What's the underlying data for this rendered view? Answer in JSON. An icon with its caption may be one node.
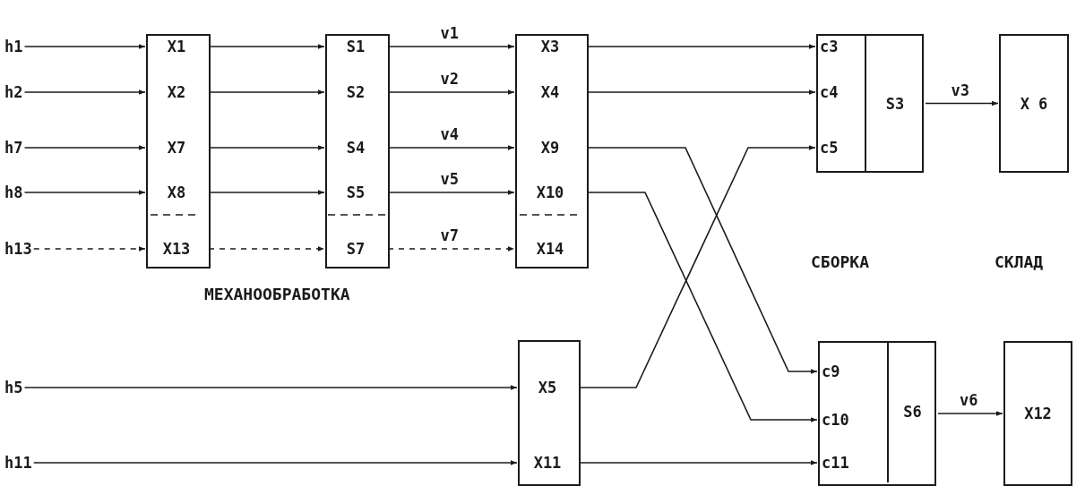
{
  "diagram": {
    "nodes": [
      {
        "text": [
          "h1"
        ]
      },
      {
        "text": [
          "h2"
        ]
      },
      {
        "text": [
          "h7"
        ]
      },
      {
        "text": [
          "h8"
        ]
      },
      {
        "text": [
          "h13"
        ]
      },
      {
        "text": [],
        "shape": "box"
      },
      {
        "text": [
          "X1"
        ],
        "in": 5
      },
      {
        "text": [
          "X2"
        ],
        "in": 5
      },
      {
        "text": [
          "X7"
        ],
        "in": 5
      },
      {
        "text": [
          "X8"
        ],
        "in": 5
      },
      {
        "text": [
          "X13"
        ],
        "in": 5
      },
      {
        "text": [],
        "shape": "box"
      },
      {
        "text": [
          "S1"
        ],
        "in": 11
      },
      {
        "text": [
          "S2"
        ],
        "in": 11
      },
      {
        "text": [
          "S4"
        ],
        "in": 11
      },
      {
        "text": [
          "S5"
        ],
        "in": 11
      },
      {
        "text": [
          "S7"
        ],
        "in": 11
      },
      {
        "text": [],
        "shape": "box"
      },
      {
        "text": [
          "X3"
        ],
        "in": 17
      },
      {
        "text": [
          "X4"
        ],
        "in": 17
      },
      {
        "text": [
          "X9"
        ],
        "in": 17
      },
      {
        "text": [
          "X10"
        ],
        "in": 17
      },
      {
        "text": [
          "X14"
        ],
        "in": 17
      },
      {
        "text": [],
        "shape": "box"
      },
      {
        "text": [
          "c3"
        ],
        "in": 23
      },
      {
        "text": [
          "c4"
        ],
        "in": 23
      },
      {
        "text": [
          "c5"
        ],
        "in": 23
      },
      {
        "text": [
          "S3"
        ],
        "in": 23
      },
      {
        "text": [
          "X 6"
        ]
      },
      {
        "text": [
          "h5"
        ]
      },
      {
        "text": [
          "h11"
        ]
      },
      {
        "text": [],
        "shape": "box"
      },
      {
        "text": [
          "X5"
        ],
        "in": 31
      },
      {
        "text": [
          "X11"
        ],
        "in": 31
      },
      {
        "text": [],
        "shape": "box"
      },
      {
        "text": [
          "c9"
        ],
        "in": 34
      },
      {
        "text": [
          "c10"
        ],
        "in": 34
      },
      {
        "text": [
          "c11"
        ],
        "in": 34
      },
      {
        "text": [
          "S6"
        ],
        "in": 34
      },
      {
        "text": [
          "X12"
        ]
      }
    ],
    "edges": [
      {
        "from": 0,
        "to": 6,
        "arrow": "to"
      },
      {
        "from": 1,
        "to": 7,
        "arrow": "to"
      },
      {
        "from": 2,
        "to": 8,
        "arrow": "to"
      },
      {
        "from": 3,
        "to": 9,
        "arrow": "to"
      },
      {
        "from": 4,
        "to": 10,
        "arrow": "to",
        "style": "dashed"
      },
      {
        "from": 6,
        "to": 12,
        "arrow": "to"
      },
      {
        "from": 7,
        "to": 13,
        "arrow": "to"
      },
      {
        "from": 8,
        "to": 14,
        "arrow": "to"
      },
      {
        "from": 9,
        "to": 15,
        "arrow": "to"
      },
      {
        "from": 10,
        "to": 16,
        "arrow": "to",
        "style": "dashed"
      },
      {
        "from": 12,
        "to": 18,
        "arrow": "to",
        "label": "v1"
      },
      {
        "from": 13,
        "to": 19,
        "arrow": "to",
        "label": "v2"
      },
      {
        "from": 14,
        "to": 20,
        "arrow": "to",
        "label": "v4"
      },
      {
        "from": 15,
        "to": 21,
        "arrow": "to",
        "label": "v5"
      },
      {
        "from": 16,
        "to": 22,
        "arrow": "to",
        "label": "v7",
        "style": "dashed"
      },
      {
        "from": 18,
        "to": 24,
        "arrow": "to"
      },
      {
        "from": 19,
        "to": 25,
        "arrow": "to"
      },
      {
        "from": 20,
        "to": 35,
        "arrow": "to"
      },
      {
        "from": 21,
        "to": 36,
        "arrow": "to"
      },
      {
        "from": 32,
        "to": 26,
        "arrow": "to"
      },
      {
        "from": 29,
        "to": 32,
        "arrow": "to"
      },
      {
        "from": 30,
        "to": 33,
        "arrow": "to"
      },
      {
        "from": 33,
        "to": 37,
        "arrow": "to"
      },
      {
        "from": 27,
        "to": 28,
        "arrow": "to",
        "label": "v3"
      },
      {
        "from": 38,
        "to": 39,
        "arrow": "to",
        "label": "v6"
      }
    ],
    "labels": [
      "СБОРКА",
      "СКЛАД",
      "МЕХАНООБРАБОТКА"
    ]
  }
}
